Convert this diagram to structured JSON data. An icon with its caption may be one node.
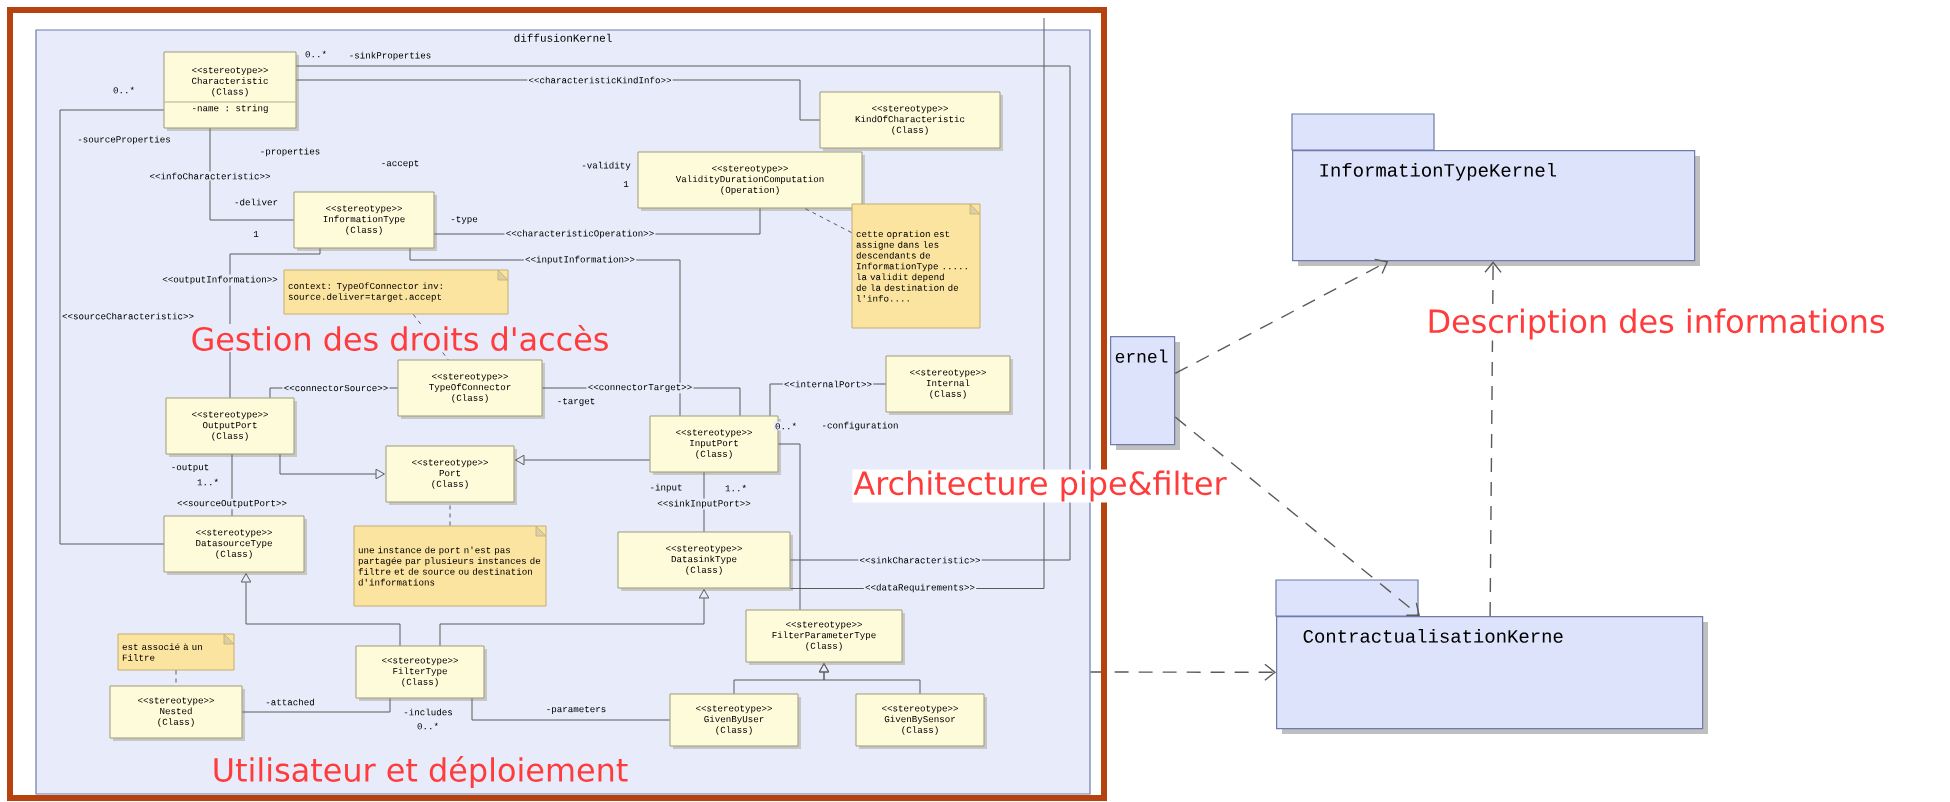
{
  "diagram": {
    "nodes": [
      {
        "text": [
          "InformationTypeKernel"
        ]
      },
      {
        "text": [
          "ernel"
        ]
      },
      {
        "text": [
          "ContractualisationKerne"
        ]
      },
      {
        "text": [
          "diffusionKernel"
        ]
      },
      {
        "text": [
          "<<stereotype>>",
          "Characteristic",
          "(Class)",
          "-name : string"
        ],
        "in": 3
      },
      {
        "text": [
          "<<stereotype>>",
          "KindOfCharacteristic",
          "(Class)"
        ],
        "in": 3
      },
      {
        "text": [
          "<<stereotype>>",
          "ValidityDurationComputation",
          "(Operation)"
        ],
        "in": 3
      },
      {
        "text": [
          "<<stereotype>>",
          "InformationType",
          "(Class)"
        ],
        "in": 3
      },
      {
        "text": [
          "cette opration est assigne dans les descendants de InformationType ..... la validit depend de la destination de l'info...."
        ],
        "in": 3
      },
      {
        "text": [
          "context: TypeOfConnector inv: source.deliver=target.accept"
        ],
        "in": 3
      },
      {
        "text": [
          "<<stereotype>>",
          "TypeOfConnector",
          "(Class)"
        ],
        "in": 3
      },
      {
        "text": [
          "<<stereotype>>",
          "Internal",
          "(Class)"
        ],
        "in": 3
      },
      {
        "text": [
          "<<stereotype>>",
          "OutputPort",
          "(Class)"
        ],
        "in": 3
      },
      {
        "text": [
          "<<stereotype>>",
          "Port",
          "(Class)"
        ],
        "in": 3
      },
      {
        "text": [
          "<<stereotype>>",
          "InputPort",
          "(Class)"
        ],
        "in": 3
      },
      {
        "text": [
          "<<stereotype>>",
          "DatasourceType",
          "(Class)"
        ],
        "in": 3
      },
      {
        "text": [
          "une instance de port n'est pas partagée par plusieurs instances de filtre et de source ou destination d'informations"
        ],
        "in": 3
      },
      {
        "text": [
          "<<stereotype>>",
          "DatasinkType",
          "(Class)"
        ],
        "in": 3
      },
      {
        "text": [
          "<<stereotype>>",
          "FilterParameterType",
          "(Class)"
        ],
        "in": 3
      },
      {
        "text": [
          "est associé à un Filtre"
        ],
        "in": 3
      },
      {
        "text": [
          "<<stereotype>>",
          "FilterType",
          "(Class)"
        ],
        "in": 3
      },
      {
        "text": [
          "<<stereotype>>",
          "Nested",
          "(Class)"
        ],
        "in": 3
      },
      {
        "text": [
          "<<stereotype>>",
          "GivenByUser",
          "(Class)"
        ],
        "in": 3
      },
      {
        "text": [
          "<<stereotype>>",
          "GivenBySensor",
          "(Class)"
        ],
        "in": 3
      }
    ],
    "edges": [
      {
        "from": 1,
        "to": 0,
        "arrow": "to",
        "style": "dashed"
      },
      {
        "from": 1,
        "to": 2,
        "arrow": "to",
        "style": "dashed"
      },
      {
        "from": 2,
        "to": 0,
        "arrow": "to",
        "style": "dashed"
      },
      {
        "from": 3,
        "to": 2,
        "arrow": "to",
        "style": "dashed"
      },
      {
        "from": 7,
        "to": 4,
        "arrow": "none",
        "label": "<<infoCharacteristic>>"
      },
      {
        "from": 4,
        "to": 5,
        "arrow": "none",
        "label": "<<characteristicKindInfo>>"
      },
      {
        "from": 7,
        "to": 6,
        "arrow": "none",
        "label": "<<characteristicOperation>>"
      },
      {
        "from": 8,
        "to": 6,
        "arrow": "none",
        "style": "dashed"
      },
      {
        "from": 12,
        "to": 7,
        "arrow": "none",
        "label": "<<outputInformation>>"
      },
      {
        "from": 14,
        "to": 7,
        "arrow": "none",
        "label": "<<inputInformation>>"
      },
      {
        "from": 9,
        "to": 10,
        "arrow": "none",
        "style": "dashed"
      },
      {
        "from": 10,
        "to": 12,
        "arrow": "none",
        "label": "<<connectorSource>>"
      },
      {
        "from": 10,
        "to": 14,
        "arrow": "none",
        "label": "<<connectorTarget>>"
      },
      {
        "from": 14,
        "to": 11,
        "arrow": "none",
        "label": "<<internalPort>>"
      },
      {
        "from": 12,
        "to": 13,
        "arrow": "to"
      },
      {
        "from": 14,
        "to": 13,
        "arrow": "to"
      },
      {
        "from": 15,
        "to": 12,
        "arrow": "none",
        "label": "<<sourceOutputPort>>"
      },
      {
        "from": 15,
        "to": 4,
        "arrow": "none",
        "label": "<<sourceCharacteristic>>"
      },
      {
        "from": 16,
        "to": 13,
        "arrow": "none",
        "style": "dashed"
      },
      {
        "from": 17,
        "to": 14,
        "arrow": "none",
        "label": "<<sinkInputPort>>"
      },
      {
        "from": 17,
        "to": 4,
        "arrow": "none",
        "label": "<<sinkCharacteristic>>"
      },
      {
        "from": 17,
        "to": null,
        "arrow": "none",
        "label": "<<dataRequirements>>"
      },
      {
        "from": 20,
        "to": 15,
        "arrow": "to"
      },
      {
        "from": 20,
        "to": 17,
        "arrow": "to"
      },
      {
        "from": 18,
        "to": 14,
        "arrow": "none"
      },
      {
        "from": 22,
        "to": 18,
        "arrow": "to"
      },
      {
        "from": 23,
        "to": 18,
        "arrow": "to"
      },
      {
        "from": 21,
        "to": 20,
        "arrow": "none"
      },
      {
        "from": 19,
        "to": 21,
        "arrow": "none",
        "style": "dashed"
      },
      {
        "from": 20,
        "to": 22,
        "arrow": "none"
      }
    ],
    "labels": [
      "0..*",
      "-sinkProperties",
      "0..*",
      "-sourceProperties",
      "-properties",
      "-accept",
      "-validity",
      "1",
      "-deliver",
      "-type",
      "1",
      "Description des informations",
      "Gestion des droits d'accès",
      "-target",
      "-configuration",
      "0..*",
      "-output",
      "1..*",
      "Architecture pipe&filter",
      "-input",
      "1..*",
      "-attached",
      "-includes",
      "-parameters",
      "0..*",
      "Utilisateur et déploiement"
    ]
  }
}
